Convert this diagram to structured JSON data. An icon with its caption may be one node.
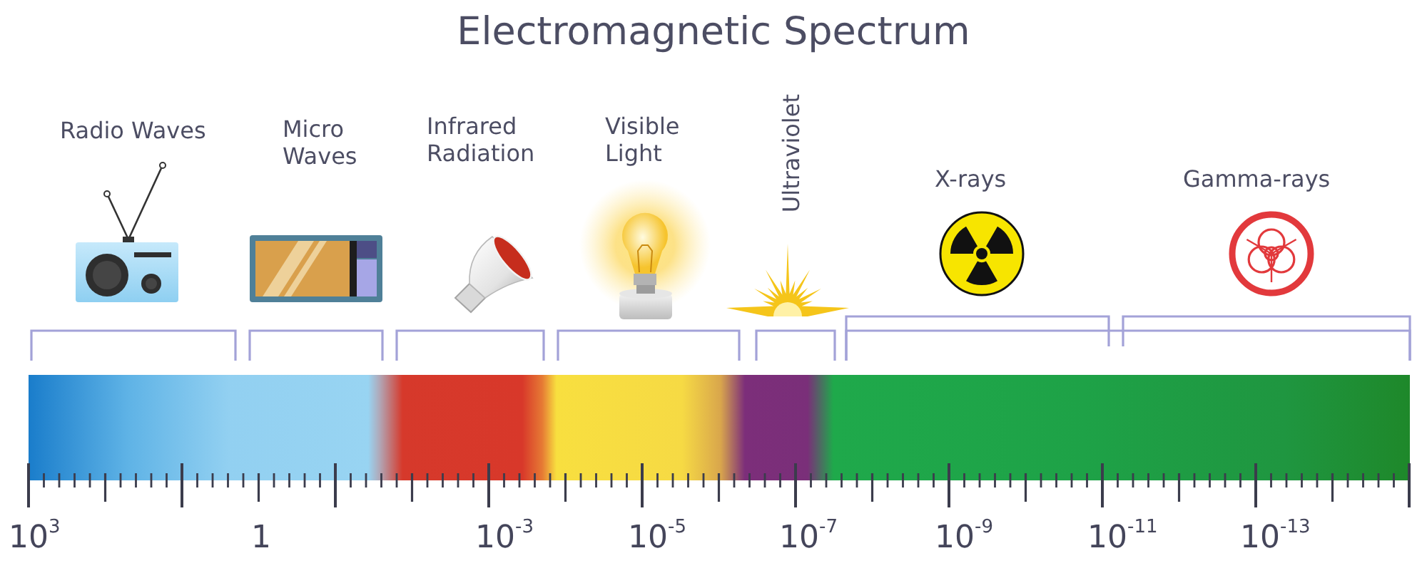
{
  "diagram": {
    "title": "Electromagnetic Spectrum",
    "labels": [
      "Radio Waves",
      "Micro Waves",
      "Infrared Radiation",
      "Visible Light",
      "Ultraviolet",
      "X-rays",
      "Gamma-rays",
      "10$^{3}$",
      "1",
      "10$^{-3}$",
      "10$^{-5}$",
      "10$^{-7}$",
      "10$^{-9}$",
      "10$^{-11}$",
      "10$^{-13}$"
    ]
  }
}
